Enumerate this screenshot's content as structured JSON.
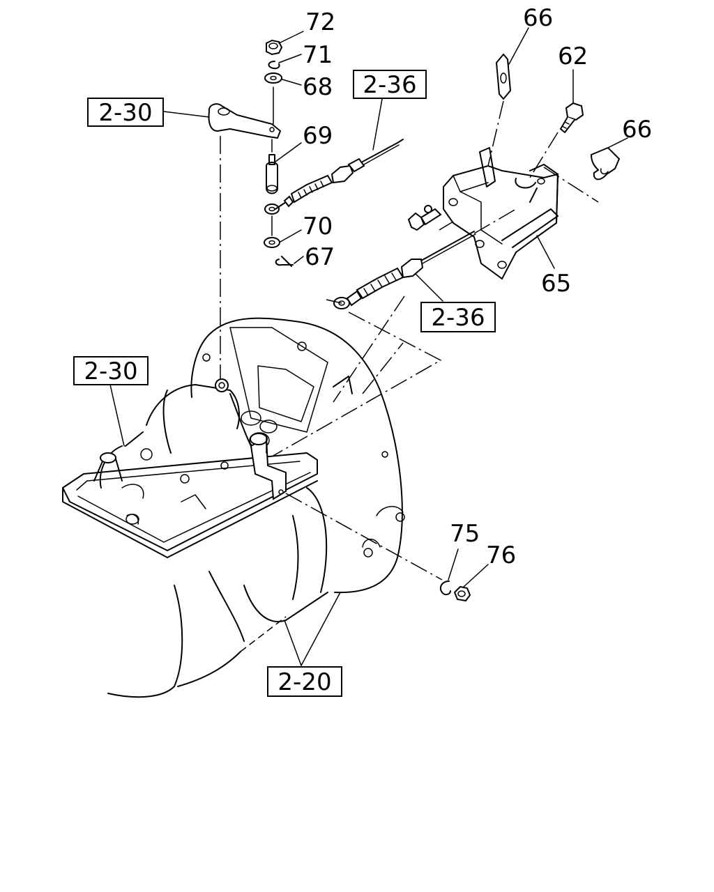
{
  "callouts": {
    "c72": "72",
    "c71": "71",
    "c68": "68",
    "c69": "69",
    "c70": "70",
    "c67": "67",
    "c66a": "66",
    "c62": "62",
    "c66b": "66",
    "c65": "65",
    "c75": "75",
    "c76": "76"
  },
  "references": {
    "r230_top": "2-30",
    "r236_top": "2-36",
    "r236_mid": "2-36",
    "r230_left": "2-30",
    "r220": "2-20"
  }
}
